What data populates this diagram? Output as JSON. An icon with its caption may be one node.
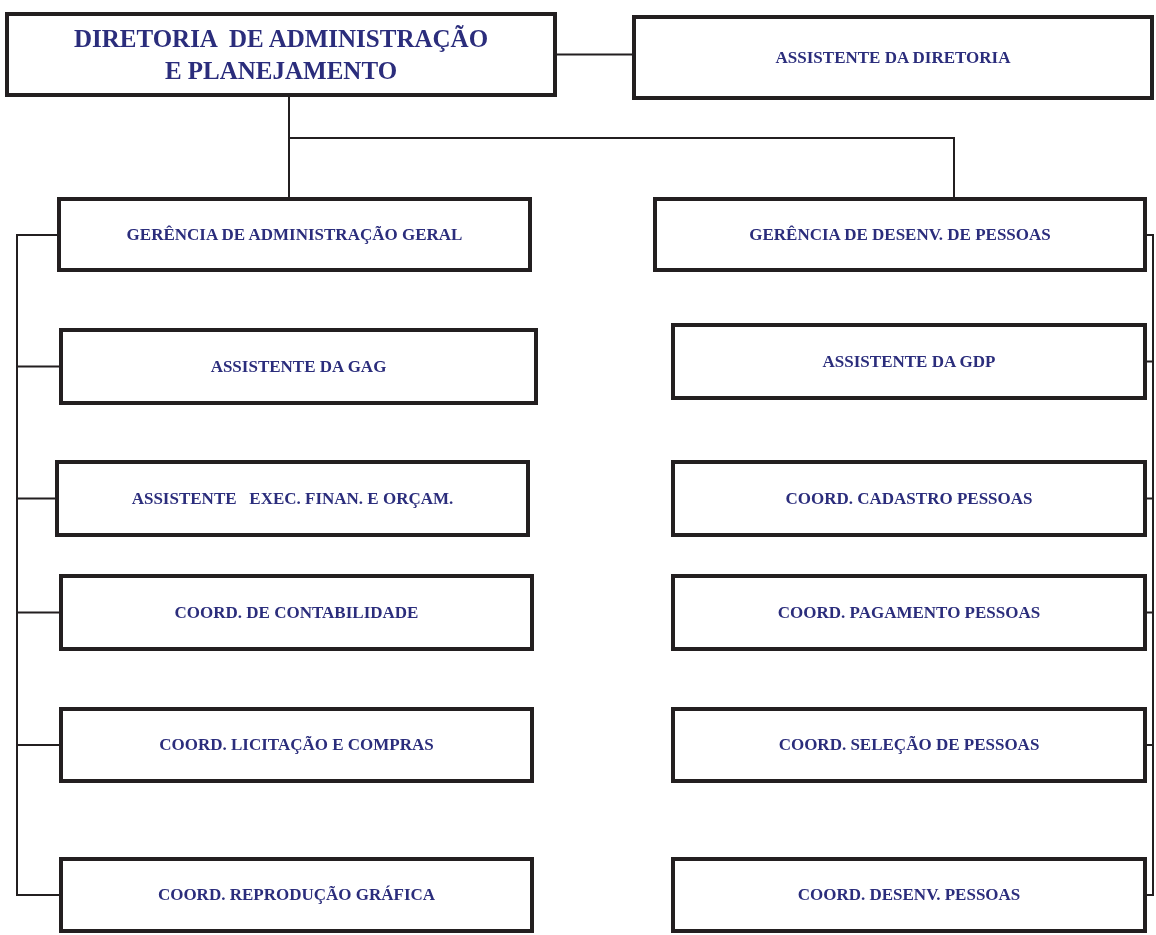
{
  "diagram": {
    "nodes": [
      {
        "text": [
          "DIRETORIA  DE ADMINISTRAÇÃO E PLANEJAMENTO"
        ]
      },
      {
        "text": [
          "ASSISTENTE DA DIRETORIA"
        ]
      },
      {
        "text": [
          "GERÊNCIA DE ADMINISTRAÇÃO GERAL"
        ]
      },
      {
        "text": [
          "GERÊNCIA DE DESENV. DE PESSOAS"
        ]
      },
      {
        "text": [
          "ASSISTENTE DA GAG"
        ]
      },
      {
        "text": [
          "ASSISTENTE DA GDP"
        ]
      },
      {
        "text": [
          "ASSISTENTE   EXEC. FINAN. E ORÇAM."
        ]
      },
      {
        "text": [
          "COORD. CADASTRO PESSOAS"
        ]
      },
      {
        "text": [
          "COORD. DE CONTABILIDADE"
        ]
      },
      {
        "text": [
          "COORD. PAGAMENTO PESSOAS"
        ]
      },
      {
        "text": [
          "COORD. LICITAÇÃO E COMPRAS"
        ]
      },
      {
        "text": [
          "COORD. SELEÇÃO DE PESSOAS"
        ]
      },
      {
        "text": [
          "COORD. REPRODUÇÃO GRÁFICA"
        ]
      },
      {
        "text": [
          "COORD. DESENV. PESSOAS"
        ]
      }
    ],
    "edges": [
      {
        "from": 0,
        "to": 1,
        "arrow": "none"
      },
      {
        "from": 0,
        "to": 2,
        "arrow": "none"
      },
      {
        "from": 0,
        "to": 3,
        "arrow": "none"
      },
      {
        "from": 2,
        "to": 4,
        "arrow": "none"
      },
      {
        "from": 2,
        "to": 6,
        "arrow": "none"
      },
      {
        "from": 2,
        "to": 8,
        "arrow": "none"
      },
      {
        "from": 2,
        "to": 10,
        "arrow": "none"
      },
      {
        "from": 2,
        "to": 12,
        "arrow": "none"
      },
      {
        "from": 3,
        "to": 5,
        "arrow": "none"
      },
      {
        "from": 3,
        "to": 7,
        "arrow": "none"
      },
      {
        "from": 3,
        "to": 9,
        "arrow": "none"
      },
      {
        "from": 3,
        "to": 11,
        "arrow": "none"
      },
      {
        "from": 3,
        "to": 13,
        "arrow": "none"
      }
    ]
  }
}
